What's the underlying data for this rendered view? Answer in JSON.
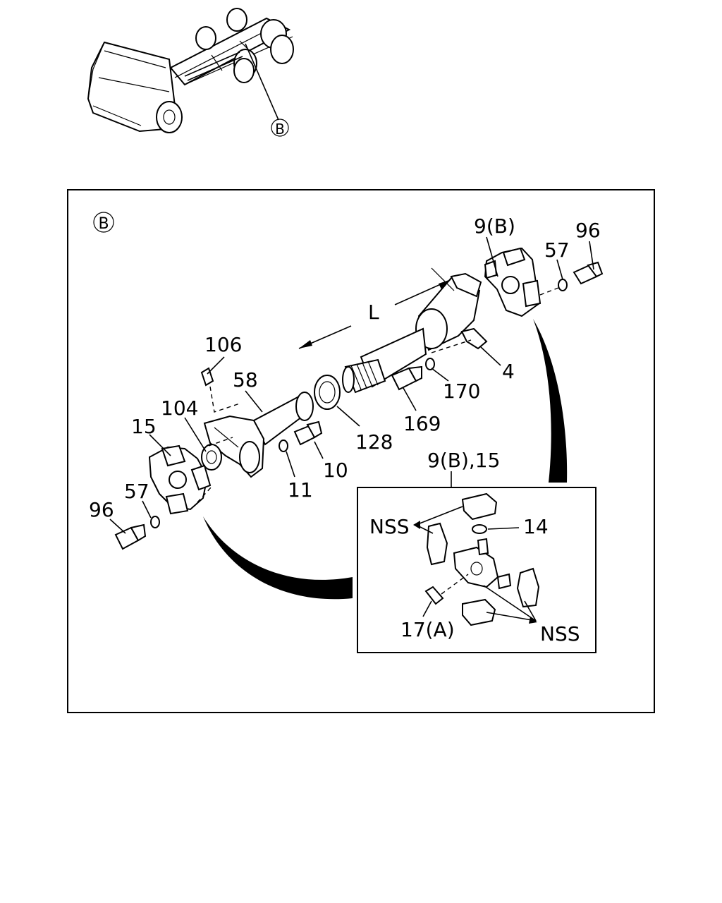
{
  "overview": {
    "callout": "B"
  },
  "detail": {
    "callout": "B",
    "labels": {
      "p9b_top": "9(B)",
      "p96_top": "96",
      "p57_top": "57",
      "pL": "L",
      "p106": "106",
      "p58": "58",
      "p104": "104",
      "p15": "15",
      "p57_left": "57",
      "p96_left": "96",
      "p4": "4",
      "p170": "170",
      "p169": "169",
      "p128": "128",
      "p10": "10",
      "p11": "11"
    }
  },
  "inset": {
    "title": "9(B),15",
    "labels": {
      "nss_top": "NSS",
      "p14": "14",
      "p17a": "17(A)",
      "nss_bottom": "NSS"
    }
  }
}
